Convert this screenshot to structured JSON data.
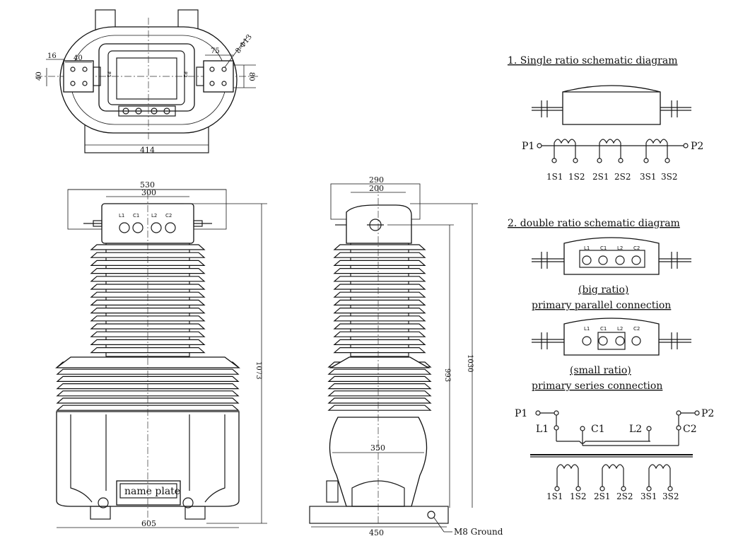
{
  "top_view": {
    "dims": {
      "d16": "16",
      "d40": "40",
      "d40v": "40",
      "d75": "75",
      "d8hole": "8-Φ13",
      "d80": "80",
      "d414": "414"
    },
    "terminals": {
      "p1": "P1",
      "p2": "P2"
    }
  },
  "front_view": {
    "dims": {
      "d530": "530",
      "d300": "300",
      "d1073": "1073",
      "d605": "605"
    },
    "terminals": {
      "l1": "L1",
      "c1": "C1",
      "l2": "L2",
      "c2": "C2"
    },
    "nameplate": "name plate"
  },
  "side_view": {
    "dims": {
      "d290": "290",
      "d200": "200",
      "d1030": "1030",
      "d993": "993",
      "d350": "350",
      "d450": "450"
    },
    "ground_label": "M8 Ground"
  },
  "schematic_single": {
    "title": "1. Single ratio schematic diagram",
    "p1": "P1",
    "p2": "P2",
    "secondaries": [
      "1S1",
      "1S2",
      "2S1",
      "2S2",
      "3S1",
      "3S2"
    ]
  },
  "schematic_double": {
    "title": "2. double ratio schematic diagram",
    "big_label_1": "(big ratio)",
    "big_label_2": "primary parallel connection",
    "small_label_1": "(small ratio)",
    "small_label_2": "primary series connection",
    "terminal_labels": [
      "L1",
      "C1",
      "L2",
      "C2"
    ],
    "p1": "P1",
    "p2": "P2",
    "l1": "L1",
    "c1": "C1",
    "l2": "L2",
    "c2": "C2",
    "secondaries": [
      "1S1",
      "1S2",
      "2S1",
      "2S2",
      "3S1",
      "3S2"
    ]
  }
}
